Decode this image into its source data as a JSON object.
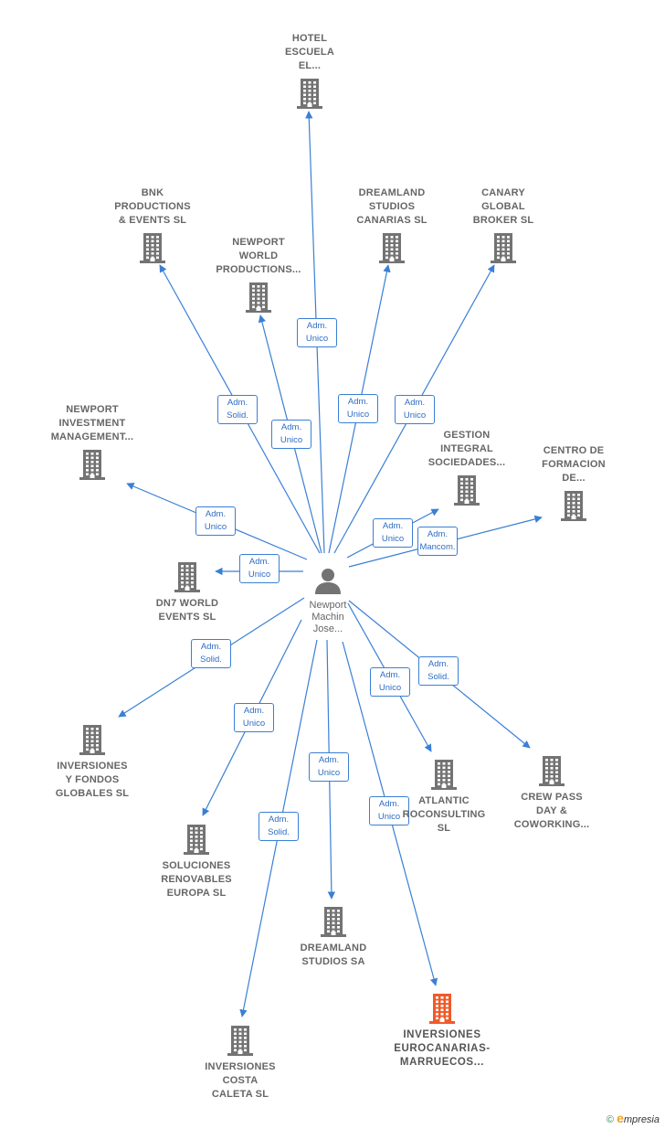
{
  "person": {
    "name_lines": [
      "Newport",
      "Machin",
      "Jose..."
    ],
    "icon": "person-icon"
  },
  "colors": {
    "edge": "#3a7fd5",
    "building": "#737373",
    "highlight": "#f05a28"
  },
  "nodes": [
    {
      "id": "hotel-escuela",
      "lines": [
        "HOTEL",
        "ESCUELA",
        "EL..."
      ]
    },
    {
      "id": "bnk-productions",
      "lines": [
        "BNK",
        "PRODUCTIONS",
        "& EVENTS SL"
      ]
    },
    {
      "id": "newport-world",
      "lines": [
        "NEWPORT",
        "WORLD",
        "PRODUCTIONS..."
      ]
    },
    {
      "id": "dreamland-studios-canarias",
      "lines": [
        "DREAMLAND",
        "STUDIOS",
        "CANARIAS  SL"
      ]
    },
    {
      "id": "canary-global",
      "lines": [
        "CANARY",
        "GLOBAL",
        "BROKER  SL"
      ]
    },
    {
      "id": "newport-investment",
      "lines": [
        "NEWPORT",
        "INVESTMENT",
        "MANAGEMENT..."
      ]
    },
    {
      "id": "gestion-integral",
      "lines": [
        "GESTION",
        "INTEGRAL",
        "SOCIEDADES..."
      ]
    },
    {
      "id": "centro-formacion",
      "lines": [
        "CENTRO DE",
        "FORMACION",
        "DE..."
      ]
    },
    {
      "id": "dn7-world",
      "lines": [
        "DN7 WORLD",
        "EVENTS SL"
      ]
    },
    {
      "id": "inversiones-fondos",
      "lines": [
        "INVERSIONES",
        "Y FONDOS",
        "GLOBALES  SL"
      ]
    },
    {
      "id": "atlantic-roconsulting",
      "lines": [
        "ATLANTIC",
        "ROCONSULTING",
        "SL"
      ]
    },
    {
      "id": "crew-pass",
      "lines": [
        "CREW PASS",
        "DAY &",
        "COWORKING..."
      ]
    },
    {
      "id": "soluciones-renovables",
      "lines": [
        "SOLUCIONES",
        "RENOVABLES",
        "EUROPA SL"
      ]
    },
    {
      "id": "dreamland-studios-sa",
      "lines": [
        "DREAMLAND",
        "STUDIOS SA"
      ]
    },
    {
      "id": "inversiones-eurocanarias",
      "lines": [
        "INVERSIONES",
        "EUROCANARIAS-",
        "MARRUECOS..."
      ],
      "highlight": true
    },
    {
      "id": "inversiones-costa-caleta",
      "lines": [
        "INVERSIONES",
        "COSTA",
        "CALETA  SL"
      ]
    }
  ],
  "edges": [
    {
      "to": "hotel-escuela",
      "lines": [
        "Adm.",
        "Unico"
      ]
    },
    {
      "to": "bnk-productions",
      "lines": [
        "Adm.",
        "Solid."
      ]
    },
    {
      "to": "newport-world",
      "lines": [
        "Adm.",
        "Unico"
      ]
    },
    {
      "to": "dreamland-studios-canarias",
      "lines": [
        "Adm.",
        "Unico"
      ]
    },
    {
      "to": "canary-global",
      "lines": [
        "Adm.",
        "Unico"
      ]
    },
    {
      "to": "newport-investment",
      "lines": [
        "Adm.",
        "Unico"
      ]
    },
    {
      "to": "gestion-integral",
      "lines": [
        "Adm.",
        "Unico"
      ]
    },
    {
      "to": "centro-formacion",
      "lines": [
        "Adm.",
        "Mancom."
      ]
    },
    {
      "to": "dn7-world",
      "lines": [
        "Adm.",
        "Unico"
      ]
    },
    {
      "to": "inversiones-fondos",
      "lines": [
        "Adm.",
        "Solid."
      ]
    },
    {
      "to": "atlantic-roconsulting",
      "lines": [
        "Adm.",
        "Unico"
      ]
    },
    {
      "to": "crew-pass",
      "lines": [
        "Adm.",
        "Solid."
      ]
    },
    {
      "to": "soluciones-renovables",
      "lines": [
        "Adm.",
        "Unico"
      ]
    },
    {
      "to": "dreamland-studios-sa",
      "lines": [
        "Adm.",
        "Unico"
      ]
    },
    {
      "to": "inversiones-eurocanarias",
      "lines": [
        "Adm.",
        "Unico"
      ]
    },
    {
      "to": "inversiones-costa-caleta",
      "lines": [
        "Adm.",
        "Solid."
      ]
    }
  ],
  "footer": {
    "copyright_symbol": "©",
    "brand_initial": "e",
    "brand_rest": "mpresia"
  }
}
